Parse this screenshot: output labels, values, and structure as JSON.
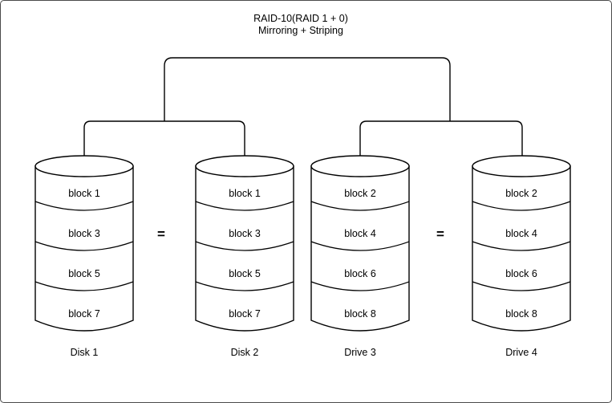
{
  "title": {
    "line1": "RAID-10(RAID 1 + 0)",
    "line2": "Mirroring + Striping"
  },
  "equals_symbol": "=",
  "colors": {
    "stroke": "#000000",
    "background": "#ffffff",
    "page_border": "#4a4a4a"
  },
  "disks": [
    {
      "label": "Disk 1",
      "blocks": [
        "block 1",
        "block 3",
        "block 5",
        "block 7"
      ]
    },
    {
      "label": "Disk 2",
      "blocks": [
        "block 1",
        "block 3",
        "block 5",
        "block 7"
      ]
    },
    {
      "label": "Drive 3",
      "blocks": [
        "block 2",
        "block 4",
        "block 6",
        "block 8"
      ]
    },
    {
      "label": "Drive 4",
      "blocks": [
        "block 2",
        "block 4",
        "block 6",
        "block 8"
      ]
    }
  ]
}
